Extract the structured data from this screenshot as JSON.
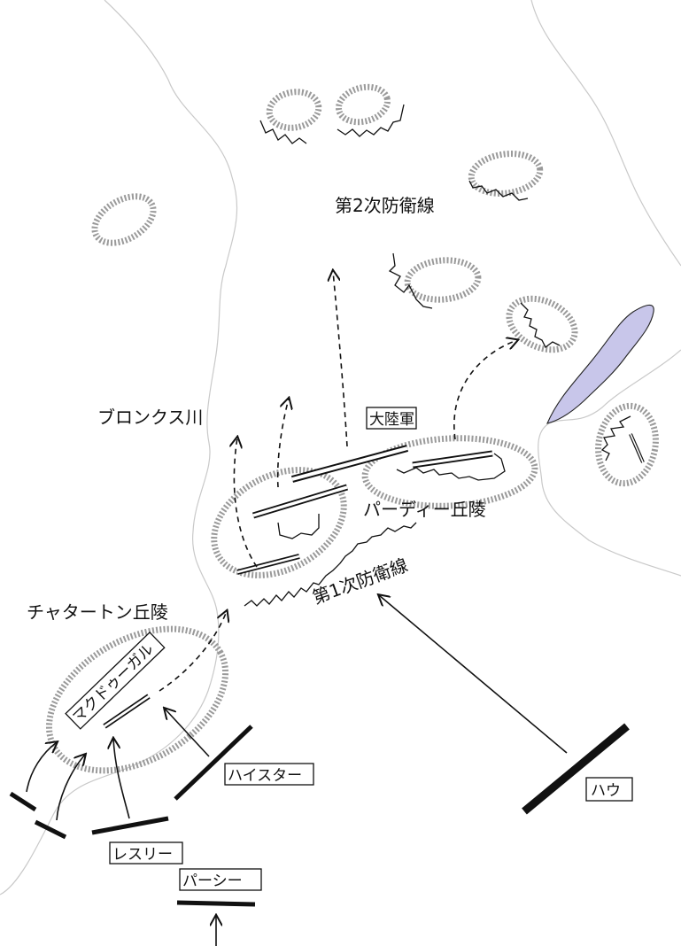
{
  "labels": {
    "second_line": "第2次防衛線",
    "first_line": "第1次防衛線",
    "bronx_river": "ブロンクス川",
    "purdy_hill": "パーディー丘陵",
    "chatterton_hill": "チャタートン丘陵"
  },
  "units": {
    "continental": "大陸軍",
    "mcdougall": "マクドゥーガル",
    "heister": "ハイスター",
    "leslie": "レスリー",
    "percy": "パーシー",
    "howe": "ハウ"
  },
  "colors": {
    "river": "#c9c9c9",
    "hill_hatch": "#9a9a9a",
    "lake": "#c8c6ea",
    "ink": "#111111"
  }
}
